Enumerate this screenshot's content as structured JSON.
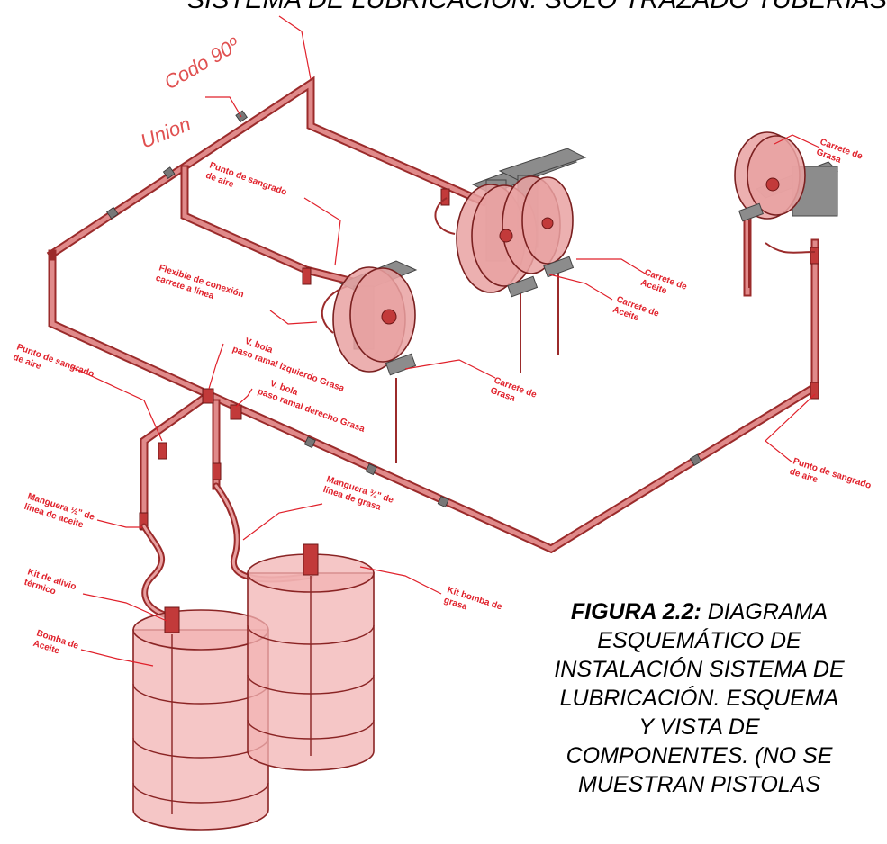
{
  "title_top": "SISTEMA DE LUBRICACIÓN:  SOLO TRAZADO TUBERÍAS",
  "caption": {
    "bold": "FIGURA 2.2:",
    "lines": [
      "DIAGRAMA",
      "ESQUEMÁTICO DE",
      "INSTALACIÓN SISTEMA DE",
      "LUBRICACIÓN.  ESQUEMA",
      "Y VISTA DE",
      "COMPONENTES.    (NO SE",
      "MUESTRAN PISTOLAS"
    ]
  },
  "labels": {
    "codo": "Codo 90º",
    "union": "Union",
    "purga_top": [
      "Punto de sangrado",
      "de aire"
    ],
    "flexible": [
      "Flexible de conexión",
      "carrete a línea"
    ],
    "vbola_izq": [
      "V. bola",
      "paso ramal izquierdo Grasa"
    ],
    "vbola_der": [
      "V. bola",
      "paso ramal derecho Grasa"
    ],
    "purga_left": [
      "Punto de sangrado",
      "de aire"
    ],
    "carrete_grasa_mid": [
      "Carrete de",
      "Grasa"
    ],
    "carrete_aceite_1": [
      "Carrete de",
      "Aceite"
    ],
    "carrete_aceite_2": [
      "Carrete de",
      "Aceite"
    ],
    "carrete_grasa_right": [
      "Carrete de",
      "Grasa"
    ],
    "purga_right": [
      "Punto de sangrado",
      "de aire"
    ],
    "manguera_aceite": [
      "Manguera ½\" de",
      "línea de aceite"
    ],
    "manguera_grasa": [
      "Manguera ¾\" de",
      "línea de grasa"
    ],
    "kit_alivio": [
      "Kit de alivio",
      "térmico"
    ],
    "bomba_aceite": [
      "Bomba de",
      "Aceite"
    ],
    "kit_bomba_grasa": [
      "Kit bomba de",
      "grasa"
    ]
  },
  "colors": {
    "pipe": "#9b2b2b",
    "label": "#e0202a",
    "tank_fill": "#f2b3b3",
    "reel_fill": "#e9a2a2"
  }
}
